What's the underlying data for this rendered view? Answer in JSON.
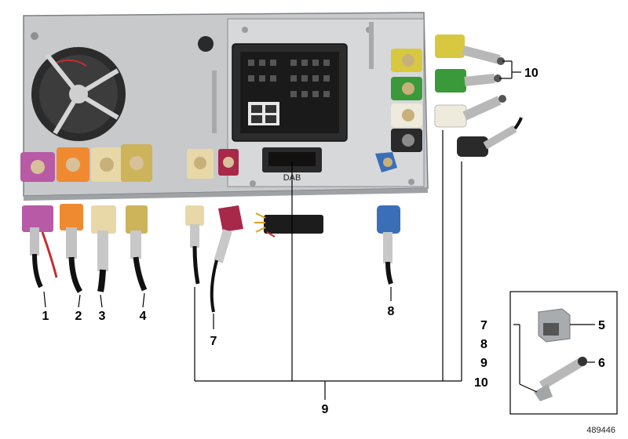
{
  "diagram": {
    "callouts": {
      "c1": "1",
      "c2": "2",
      "c3": "3",
      "c4": "4",
      "c7": "7",
      "c8": "8",
      "c9": "9",
      "c10": "10"
    },
    "inset": {
      "left_labels": [
        "7",
        "8",
        "9",
        "10"
      ],
      "c5": "5",
      "c6": "6"
    },
    "housing_label": "DAB",
    "reference_number": "489446",
    "colors": {
      "violet": "#b85aa6",
      "orange": "#f08a30",
      "beige": "#e8d8a8",
      "khaki": "#cdb35a",
      "bordeaux": "#a8284a",
      "blue": "#3a6fb8",
      "green": "#3a9a3a",
      "yellow": "#d8c840",
      "white": "#eeeadc",
      "black": "#2a2a2a"
    }
  }
}
